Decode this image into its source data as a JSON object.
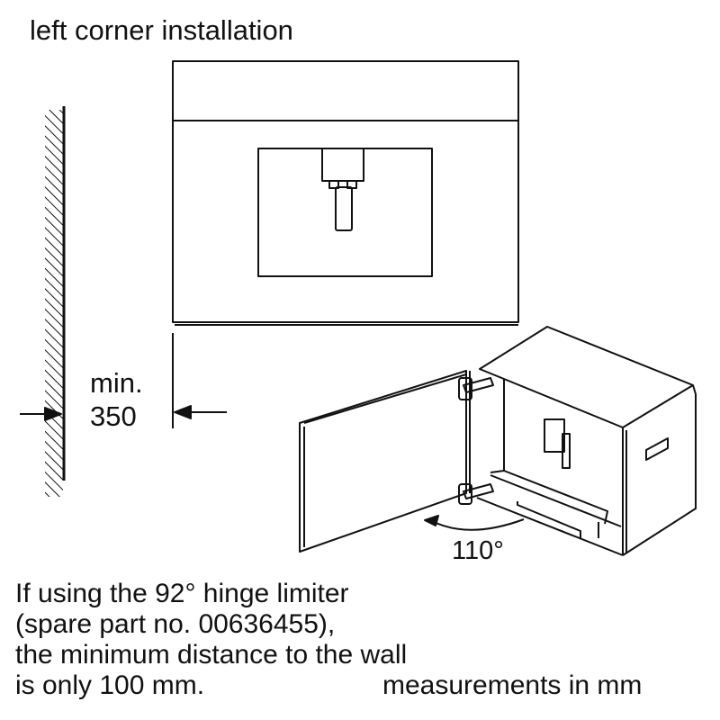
{
  "title": "left corner installation",
  "dimension": {
    "line1": "min.",
    "line2": "350"
  },
  "angle_label": "110°",
  "note_lines": [
    "If using the 92° hinge limiter",
    "(spare part no. 00636455),",
    "the minimum distance to the wall",
    "is only 100 mm."
  ],
  "units_label": "measurements in mm"
}
